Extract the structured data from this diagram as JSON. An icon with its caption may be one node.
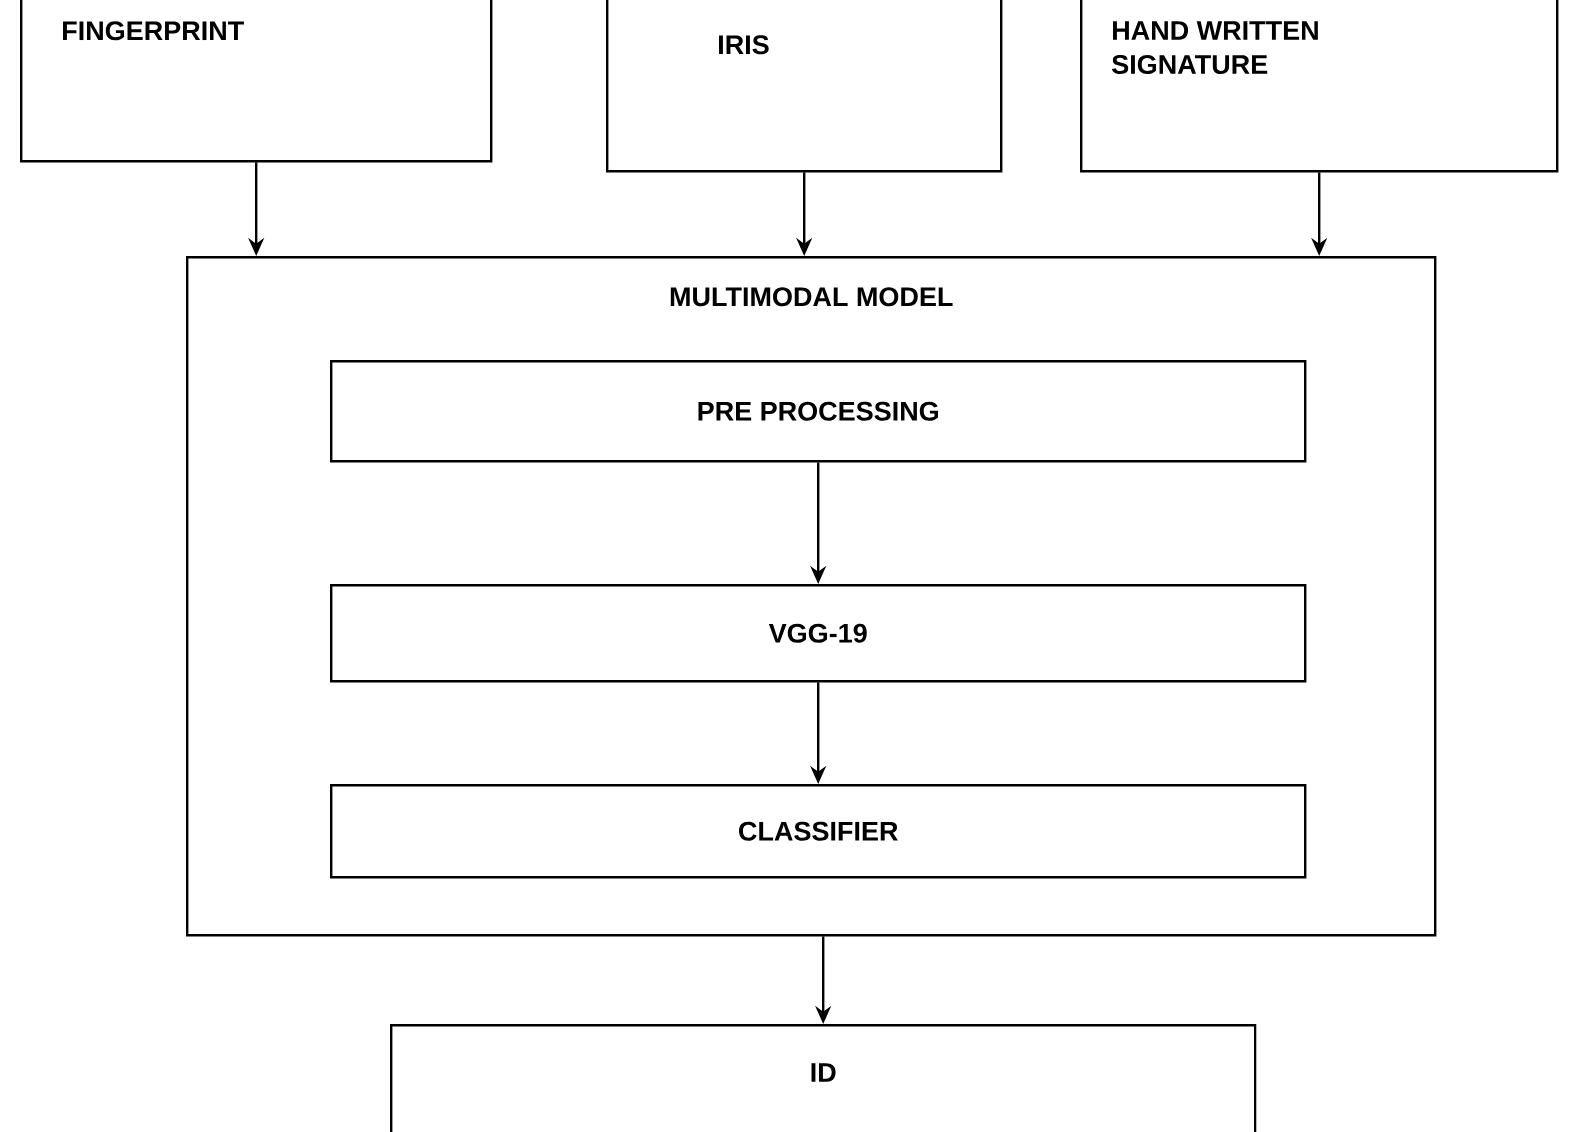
{
  "diagram": {
    "nodes": [
      {
        "text": [
          "FINGERPRINT"
        ]
      },
      {
        "text": [
          "IRIS"
        ]
      },
      {
        "text": [
          "HAND WRITTEN SIGNATURE"
        ]
      },
      {
        "text": [
          "MULTIMODAL MODEL"
        ]
      },
      {
        "text": [
          "PRE PROCESSING"
        ],
        "in": 3
      },
      {
        "text": [
          "VGG-19"
        ],
        "in": 3
      },
      {
        "text": [
          "CLASSIFIER"
        ],
        "in": 3
      },
      {
        "text": [
          "ID"
        ]
      }
    ],
    "edges": [
      {
        "from": 0,
        "to": 3,
        "arrow": "to"
      },
      {
        "from": 1,
        "to": 3,
        "arrow": "to"
      },
      {
        "from": 2,
        "to": 3,
        "arrow": "to"
      },
      {
        "from": 4,
        "to": 5,
        "arrow": "to"
      },
      {
        "from": 5,
        "to": 6,
        "arrow": "to"
      },
      {
        "from": 3,
        "to": 7,
        "arrow": "to"
      }
    ]
  }
}
